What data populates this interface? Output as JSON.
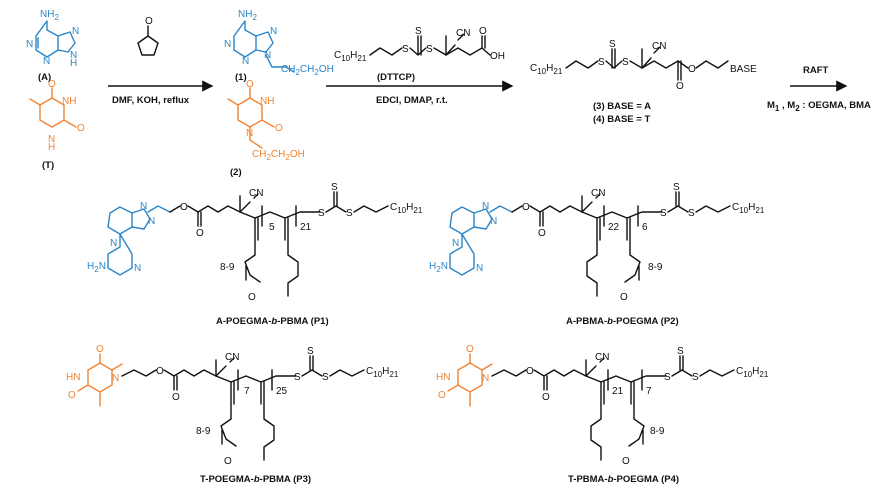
{
  "colors": {
    "adenine": "#2b86c8",
    "thymine": "#ef8434",
    "ink": "#111111"
  },
  "compounds": {
    "A_label": "(A)",
    "T_label": "(T)",
    "c1_label": "(1)",
    "c2_label": "(2)",
    "dttcp_label": "(DTTCP)",
    "c3_label": "(3) BASE = A",
    "c4_label": "(4) BASE = T",
    "base_text": "BASE",
    "nh2": "NH",
    "nh2_sub": "2",
    "c10h21": "C",
    "c10h21_sub1": "10",
    "h21": "H",
    "c10h21_sub2": "21",
    "cn": "CN",
    "oh": "OH",
    "nh": "NH",
    "hn": "HN",
    "n": "N",
    "s": "S",
    "o": "O",
    "h": "H",
    "ch2ch2oh_1": "CH",
    "ch2ch2oh_1_sub": "2",
    "ch2ch2oh_2": "CH",
    "ch2ch2oh_2_sub": "2",
    "ch2ch2oh_3": "OH"
  },
  "reactions": {
    "step1_conditions": "DMF, KOH, reflux",
    "step2_conditions": "EDCI, DMAP, r.t.",
    "raft_label": "RAFT",
    "monomers_m1": "M",
    "monomers_m1_sub": "1",
    "monomers_comma": " , M",
    "monomers_m2_sub": "2",
    "monomers_rest": " : OEGMA, BMA"
  },
  "polymers": [
    {
      "name_prefix": "A-POEGMA-",
      "name_b": "b",
      "name_suffix": "-PBMA (P1)",
      "n1": "5",
      "n2": "21",
      "side_chain": "8-9"
    },
    {
      "name_prefix": "A-PBMA-",
      "name_b": "b",
      "name_suffix": "-POEGMA (P2)",
      "n1": "22",
      "n2": "6",
      "side_chain": "8-9"
    },
    {
      "name_prefix": "T-POEGMA-",
      "name_b": "b",
      "name_suffix": "-PBMA (P3)",
      "n1": "7",
      "n2": "25",
      "side_chain": "8-9"
    },
    {
      "name_prefix": "T-PBMA-",
      "name_b": "b",
      "name_suffix": "-POEGMA (P4)",
      "n1": "21",
      "n2": "7",
      "side_chain": "8-9"
    }
  ]
}
